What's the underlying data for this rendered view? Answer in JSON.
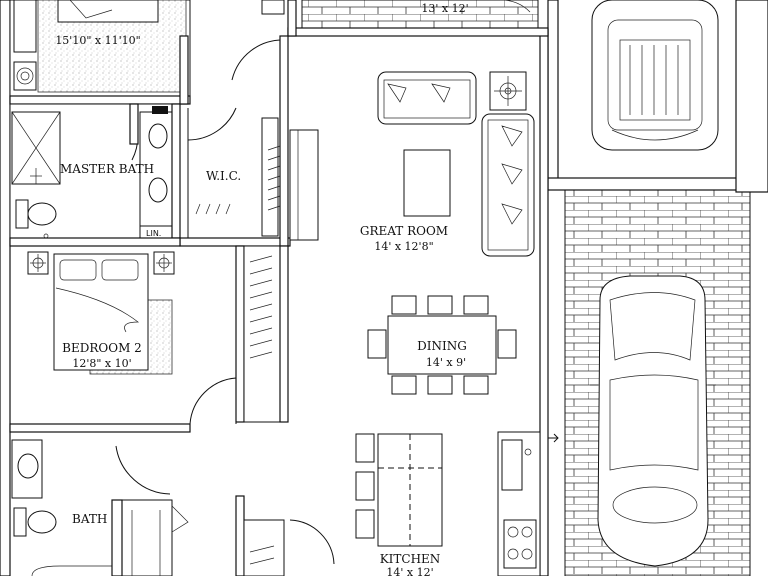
{
  "rooms": {
    "master_bedroom_dim": "15'10\" x 11'10\"",
    "patio_dim": "13' x 12'",
    "master_bath": "MASTER BATH",
    "wic": "W.I.C.",
    "linen": "LIN.",
    "great_room": "GREAT ROOM",
    "great_room_dim": "14' x 12'8\"",
    "bedroom2": "BEDROOM 2",
    "bedroom2_dim": "12'8\" x 10'",
    "dining": "DINING",
    "dining_dim": "14' x 9'",
    "bath": "BATH",
    "kitchen": "KITCHEN",
    "kitchen_dim": "14' x 12'"
  },
  "icons": {
    "plant": "plant-icon",
    "lamp": "lamp-icon",
    "car": "car-icon",
    "sink": "sink-icon",
    "toilet": "toilet-icon",
    "shower": "shower-icon",
    "sofa": "sofa-icon",
    "bed": "bed-icon"
  },
  "colors": {
    "line": "#111111",
    "background": "#ffffff"
  }
}
